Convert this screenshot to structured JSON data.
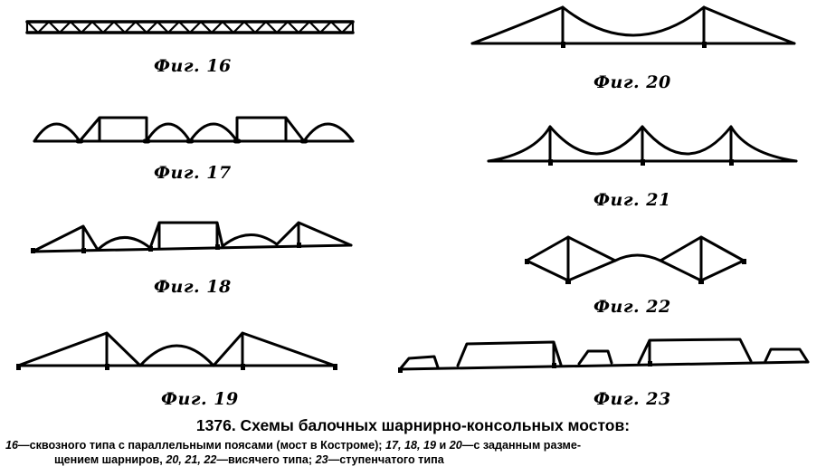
{
  "figures": [
    {
      "id": "16",
      "label": "Фuг. 16"
    },
    {
      "id": "17",
      "label": "Фuг. 17"
    },
    {
      "id": "18",
      "label": "Фuг. 18"
    },
    {
      "id": "19",
      "label": "Фuг. 19"
    },
    {
      "id": "20",
      "label": "Фuг. 20"
    },
    {
      "id": "21",
      "label": "Фuг. 21"
    },
    {
      "id": "22",
      "label": "Фuг. 22"
    },
    {
      "id": "23",
      "label": "Фuг. 23"
    }
  ],
  "caption": {
    "title": "1376. Схемы балочных шарнирно-консольных мостов:",
    "line1_a": "16",
    "line1_b": "—сквозного типа с параллельными поясами (мост в Костроме); ",
    "line1_c": "17, 18, 19",
    "line1_d": " и ",
    "line1_e": "20",
    "line1_f": "—с заданным разме-",
    "line2_a": "щением шарниров, ",
    "line2_b": "20, 21, 22",
    "line2_c": "—висячего типа; ",
    "line2_d": "23",
    "line2_e": "—ступенчатого типа"
  }
}
